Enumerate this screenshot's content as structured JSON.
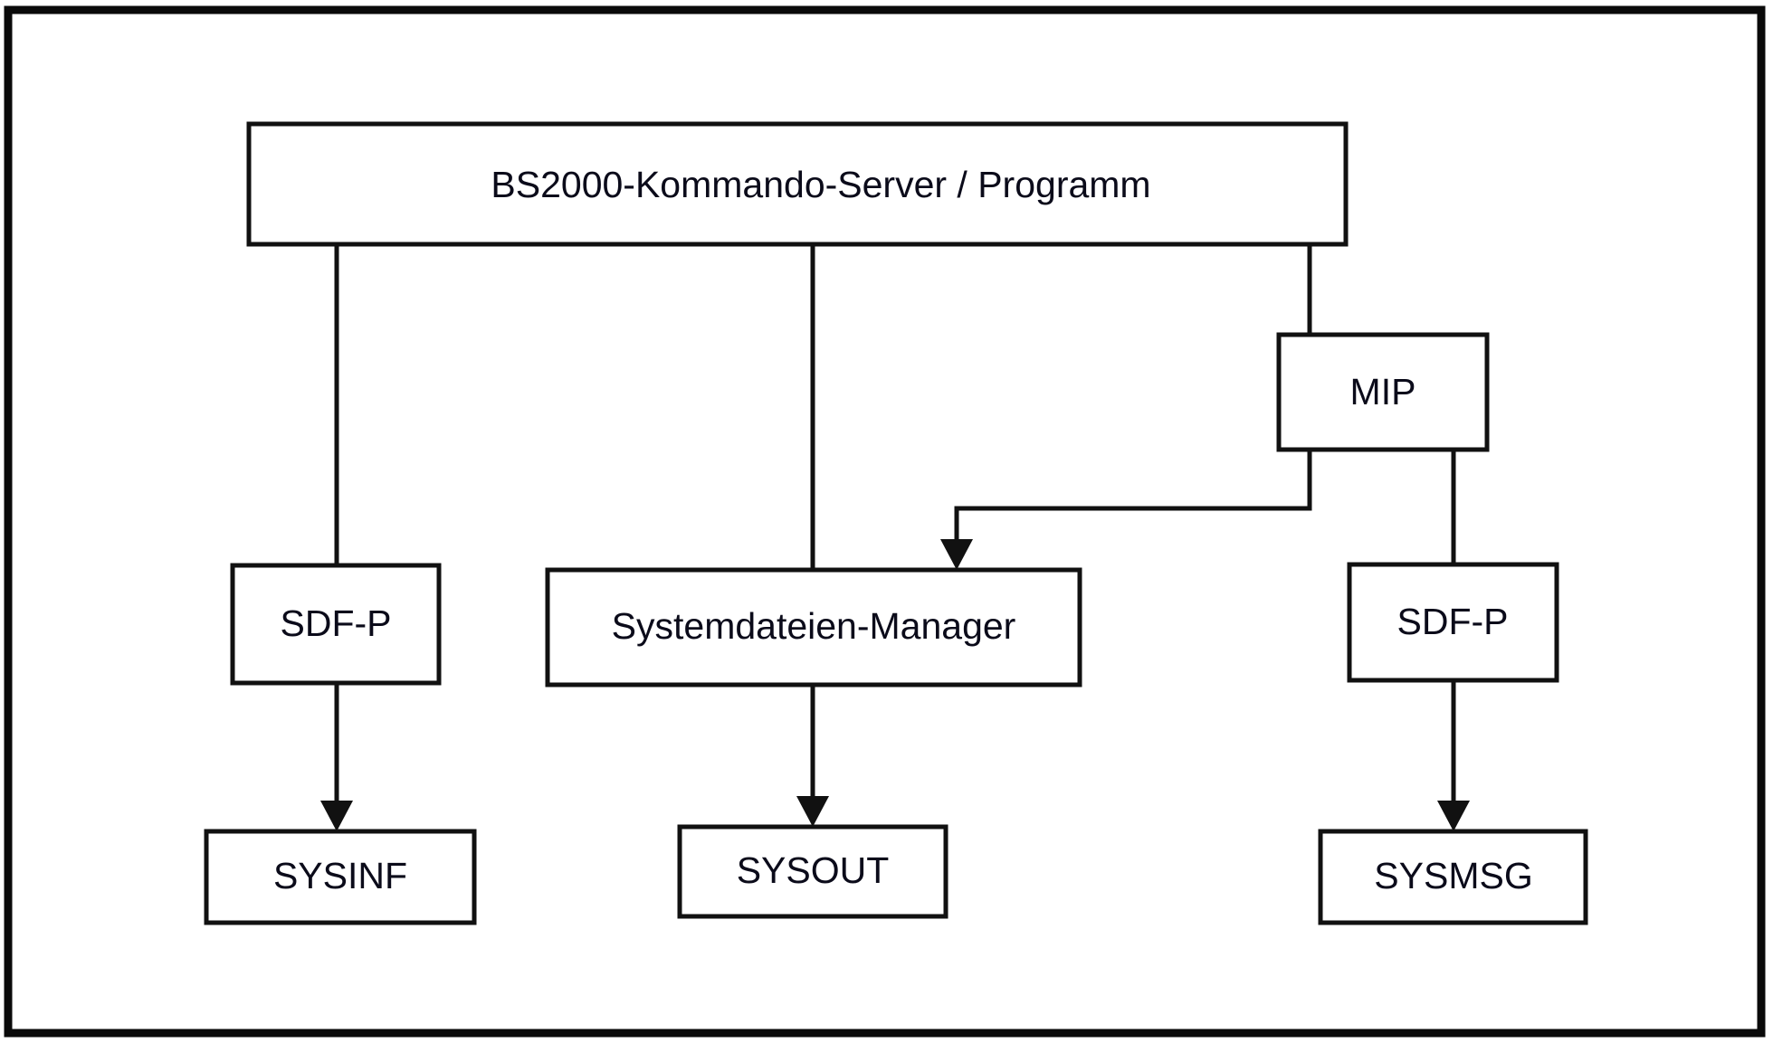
{
  "diagram": {
    "title": "BS2000-Kommando-Server / Programm",
    "colors": {
      "frame_border": "#0a0a0a",
      "node_border": "#111111",
      "node_fill": "#ffffff",
      "text": "#0b0b1a",
      "background": "#ffffff"
    },
    "nodes": [
      {
        "id": "server",
        "label": "BS2000-Kommando-Server / Programm"
      },
      {
        "id": "mip",
        "label": "MIP"
      },
      {
        "id": "sdfp_left",
        "label": "SDF-P"
      },
      {
        "id": "sysdat_manager",
        "label": "Systemdateien-Manager"
      },
      {
        "id": "sdfp_right",
        "label": "SDF-P"
      },
      {
        "id": "sysinf",
        "label": "SYSINF"
      },
      {
        "id": "sysout",
        "label": "SYSOUT"
      },
      {
        "id": "sysmsg",
        "label": "SYSMSG"
      }
    ],
    "edges": [
      {
        "from": "server",
        "to": "sdfp_left",
        "arrow": false
      },
      {
        "from": "server",
        "to": "sysdat_manager",
        "arrow": false
      },
      {
        "from": "server",
        "to": "mip",
        "arrow": false
      },
      {
        "from": "mip",
        "to": "sysdat_manager",
        "arrow": true
      },
      {
        "from": "mip",
        "to": "sdfp_right",
        "arrow": false
      },
      {
        "from": "sdfp_left",
        "to": "sysinf",
        "arrow": true
      },
      {
        "from": "sysdat_manager",
        "to": "sysout",
        "arrow": true
      },
      {
        "from": "sdfp_right",
        "to": "sysmsg",
        "arrow": true
      }
    ]
  }
}
